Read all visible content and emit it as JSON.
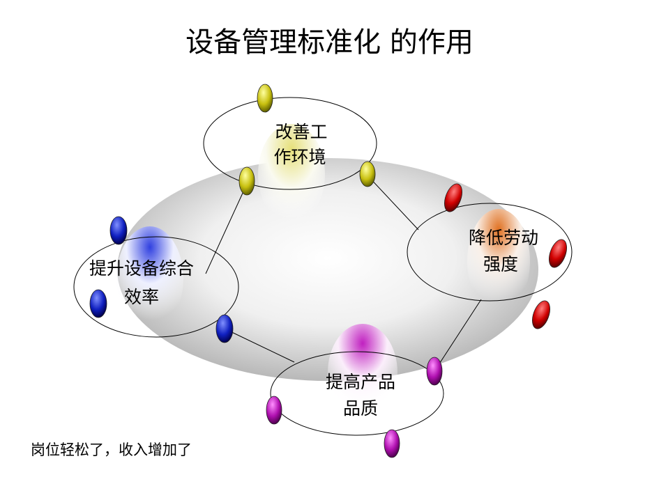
{
  "title": "设备管理标准化 的作用",
  "nodes": {
    "top": {
      "line1": "改善工",
      "line2": "作环境",
      "color": "#d8d020"
    },
    "right": {
      "line1": "降低劳动",
      "line2": "强度",
      "color": "#d01010"
    },
    "left": {
      "line1": "提升设备综合",
      "line2": "效率",
      "color": "#1020c0"
    },
    "bottom": {
      "line1": "提高产品",
      "line2": "品质",
      "color": "#b010b0"
    }
  },
  "note": "岗位轻松了，收入增加了"
}
